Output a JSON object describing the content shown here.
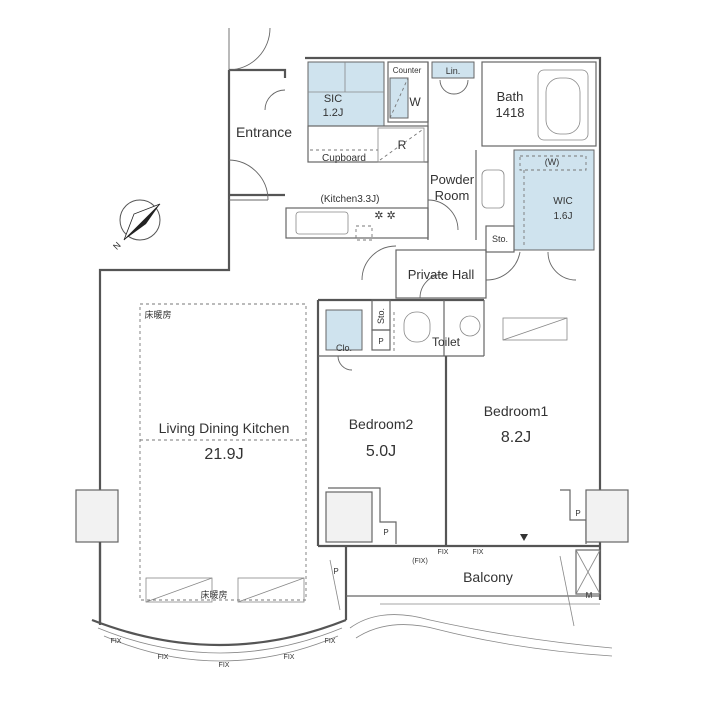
{
  "rooms": {
    "entrance": "Entrance",
    "sic_name": "SIC",
    "sic_size": "1.2J",
    "cupboard": "Cupboard",
    "counter": "Counter",
    "w": "W",
    "r": "R",
    "lin": "Lin.",
    "bath_name": "Bath",
    "bath_size": "1418",
    "powder_1": "Powder",
    "powder_2": "Room",
    "kitchen": "(Kitchen3.3J)",
    "w_paren": "(W)",
    "wic_name": "WIC",
    "wic_size": "1.6J",
    "sto_1": "Sto.",
    "sto_2": "Sto.",
    "private_hall": "Private Hall",
    "clo": "Clo.",
    "p": "P",
    "toilet": "Toilet",
    "floor_heat_1": "床暖房",
    "floor_heat_2": "床暖房",
    "ldk_name": "Living Dining Kitchen",
    "ldk_size": "21.9J",
    "bedroom2_name": "Bedroom2",
    "bedroom2_size": "5.0J",
    "bedroom1_name": "Bedroom1",
    "bedroom1_size": "8.2J",
    "balcony": "Balcony",
    "fix": "FIX",
    "fix_paren": "(FIX)",
    "m": "M",
    "compass_n": "N"
  }
}
